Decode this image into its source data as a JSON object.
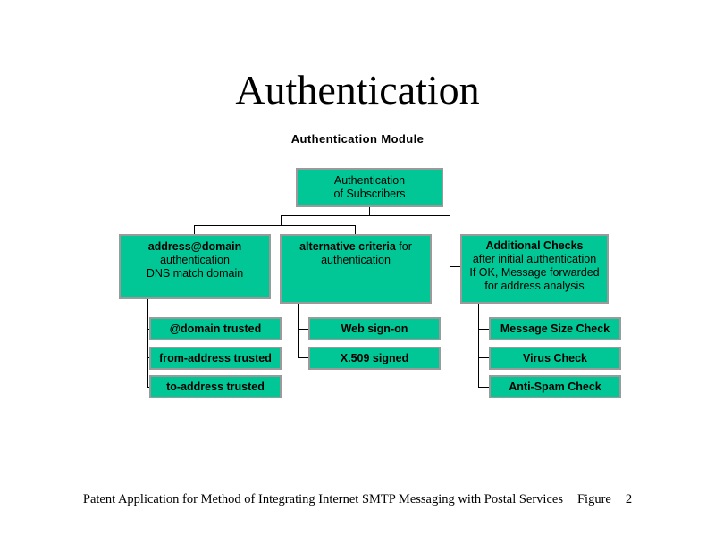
{
  "slide": {
    "title": "Authentication",
    "subtitle": "Authentication Module",
    "background_color": "#ffffff",
    "node_fill_color": "#00c795",
    "node_border_color": "#9a9a9a",
    "connector_color": "#000000"
  },
  "diagram": {
    "root": {
      "lines": [
        {
          "text": "Authentication",
          "bold": false
        },
        {
          "text": "of Subscribers",
          "bold": false
        }
      ]
    },
    "branches": [
      {
        "name": "address-domain",
        "lines": [
          {
            "text": "address@domain",
            "bold": true
          },
          {
            "text": "authentication",
            "bold": false
          },
          {
            "text": "DNS match domain",
            "bold": false
          }
        ],
        "leaves": [
          {
            "text": "@domain trusted"
          },
          {
            "text": "from-address trusted"
          },
          {
            "text": "to-address trusted"
          }
        ]
      },
      {
        "name": "alternative-criteria",
        "lines": [
          {
            "text": "alternative criteria for",
            "bold_prefix": "alternative criteria",
            "rest": " for"
          },
          {
            "text": "authentication",
            "bold": false
          }
        ],
        "leaves": [
          {
            "text": "Web sign-on"
          },
          {
            "text": "X.509 signed"
          }
        ]
      },
      {
        "name": "additional-checks",
        "lines": [
          {
            "text": "Additional Checks",
            "bold": true
          },
          {
            "text": "after initial authentication",
            "bold": false
          },
          {
            "text": "If OK, Message forwarded",
            "bold": false
          },
          {
            "text": "for address analysis",
            "bold": false
          }
        ],
        "leaves": [
          {
            "text": "Message Size Check"
          },
          {
            "text": "Virus Check"
          },
          {
            "text": "Anti-Spam Check"
          }
        ]
      }
    ]
  },
  "footer": {
    "text": "Patent Application for Method of Integrating Internet SMTP Messaging with Postal Services",
    "figure_label": "Figure",
    "figure_number": "2"
  }
}
